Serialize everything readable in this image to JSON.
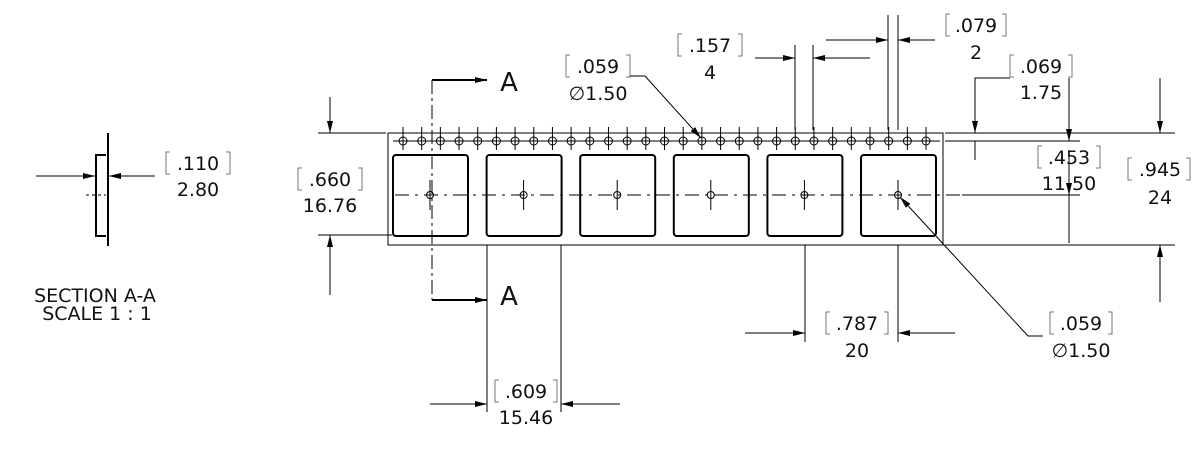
{
  "section": {
    "title": "SECTION A-A",
    "scale": "SCALE 1 : 1",
    "dim_in": ".110",
    "dim_mm": "2.80"
  },
  "section_label": "A",
  "dims": {
    "height": {
      "in": ".660",
      "mm": "16.76"
    },
    "hole_top": {
      "in": ".059",
      "mm": "∅1.50"
    },
    "sprocket_pitch": {
      "in": ".157",
      "mm": "4"
    },
    "hole_offset": {
      "in": ".079",
      "mm": "2"
    },
    "edge_to_hole": {
      "in": ".069",
      "mm": "1.75"
    },
    "hole_to_center": {
      "in": ".453",
      "mm": "11.50"
    },
    "tape_width": {
      "in": ".945",
      "mm": "24"
    },
    "pocket_pitch": {
      "in": ".787",
      "mm": "20"
    },
    "center_hole": {
      "in": ".059",
      "mm": "∅1.50"
    },
    "pocket_width": {
      "in": ".609",
      "mm": "15.46"
    }
  }
}
